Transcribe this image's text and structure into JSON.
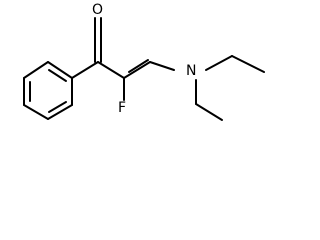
{
  "structure": {
    "atoms": {
      "oxygen": "O",
      "fluorine": "F",
      "nitrogen": "N"
    }
  },
  "colors": {
    "bond": "#000000",
    "background": "#ffffff"
  }
}
